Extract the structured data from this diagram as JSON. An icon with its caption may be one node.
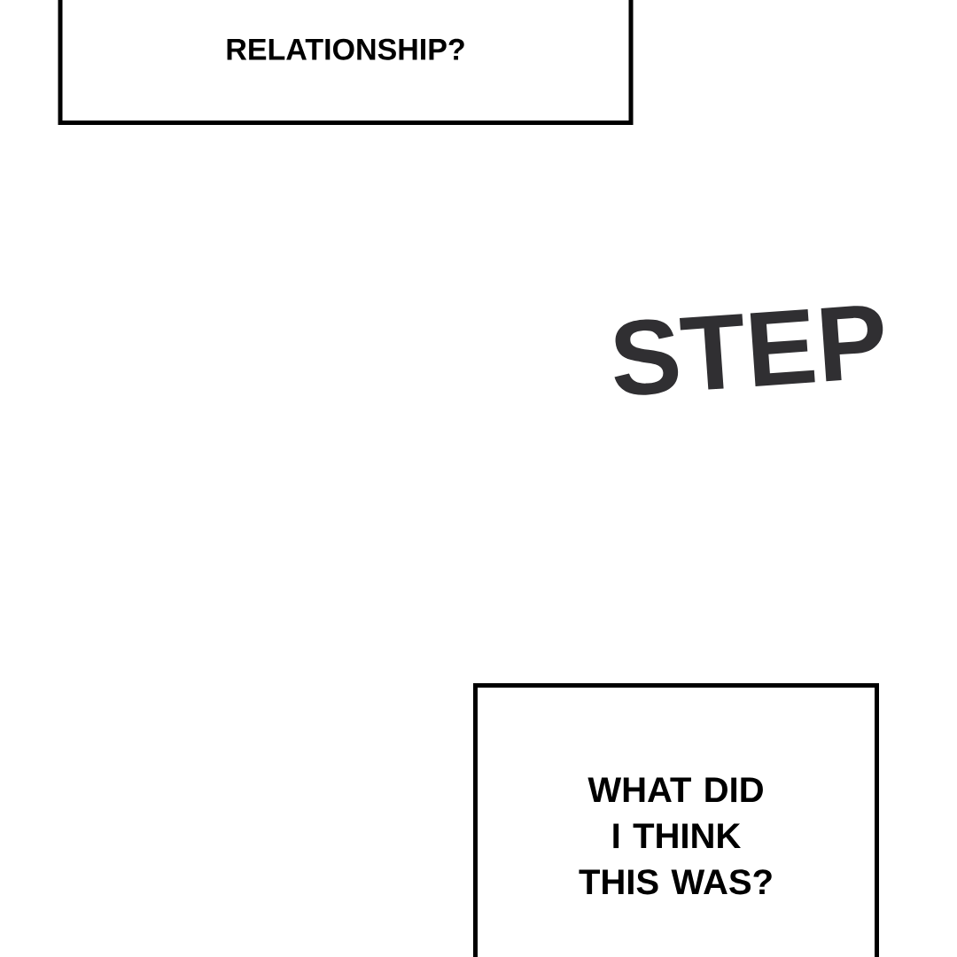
{
  "diagram": {
    "nodes": [
      {
        "text": [
          "RELATIONSHIP?"
        ]
      },
      {
        "text": [
          "WHAT DID I THINK THIS WAS?"
        ]
      }
    ],
    "labels": [
      "STEP"
    ]
  }
}
